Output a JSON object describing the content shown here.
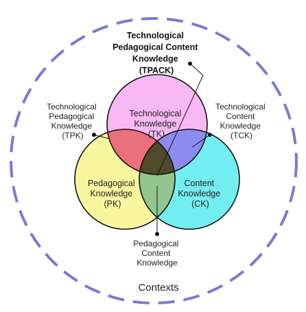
{
  "diagram": {
    "colors": {
      "context_ring": "#7a79d6",
      "tk": "#f7b8f4",
      "pk": "#f8f59e",
      "ck": "#73eef0",
      "tpk": "#ec6f7c",
      "tck": "#8b8bf0",
      "pck": "#92c58f",
      "tpack": "#4f4a2a",
      "outline": "#111111"
    },
    "top_label": {
      "lines": [
        "Technological",
        "Pedagogical Content",
        "Knowledge",
        "(TPACK)"
      ]
    },
    "tk": {
      "lines": [
        "Technological",
        "Knowledge",
        "(TK)"
      ]
    },
    "pk": {
      "lines": [
        "Pedagogical",
        "Knowledge",
        "(PK)"
      ]
    },
    "ck": {
      "lines": [
        "Content",
        "Knowledge",
        "(CK)"
      ]
    },
    "tpk": {
      "lines": [
        "Technological",
        "Pedagogical",
        "Knowledge",
        "(TPK)"
      ]
    },
    "tck": {
      "lines": [
        "Technological",
        "Content",
        "Knowledge",
        "(TCK)"
      ]
    },
    "pck": {
      "lines": [
        "Pedagogical",
        "Content",
        "Knowledge"
      ]
    },
    "contexts": {
      "label": "Contexts"
    }
  }
}
